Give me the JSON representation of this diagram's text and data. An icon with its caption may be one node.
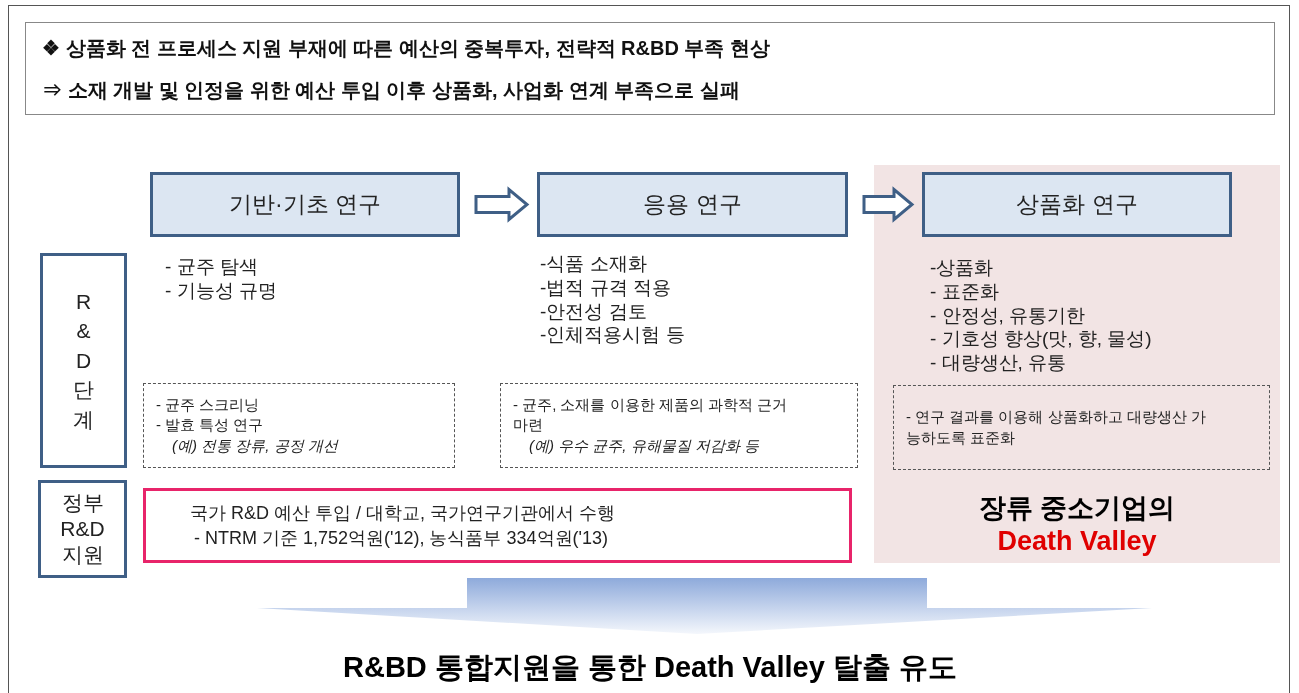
{
  "diagram": {
    "nodes": [
      {
        "text": [
          "❖  상품화 전 프로세스 지원 부재에 따른 예산의 중복투자, 전략적 R&BD 부족 현상",
          "⇒ 소재 개발 및 인정을 위한 예산 투입 이후 상품화, 사업화 연계 부족으로 실패"
        ]
      },
      {
        "text": [
          "장류 중소기업의",
          "Death Valley"
        ]
      },
      {
        "text": [
          "기반·기초 연구"
        ],
        "beside": [
          "- 균주 탐색",
          "- 기능성 규명"
        ]
      },
      {
        "text": [
          "응용 연구"
        ],
        "beside": [
          "-식품 소재화",
          "-법적 규격 적용",
          "-안전성 검토",
          "-인체적용시험 등"
        ]
      },
      {
        "text": [
          "상품화 연구"
        ],
        "in": 1,
        "beside": [
          "-상품화",
          "- 표준화",
          "- 안정성, 유통기한",
          "- 기호성 향상(맛, 향, 물성)",
          "- 대량생산, 유통"
        ]
      },
      {
        "text": [
          "R&D 단계"
        ]
      },
      {
        "text": [
          "- 균주 스크리닝",
          "- 발효 특성 연구",
          "(예)  전통 장류, 공정 개선"
        ]
      },
      {
        "text": [
          "-   균주, 소재를 이용한 제품의 과학적 근거 마련",
          "(예)  우수 균주,  유해물질 저감화 등"
        ]
      },
      {
        "text": [
          "-   연구 결과를 이용해 상품화하고 대량생산 가능하도록 표준화"
        ],
        "in": 1
      },
      {
        "text": [
          "정부 R&D 지원"
        ]
      },
      {
        "text": [
          "국가 R&D 예산 투입 / 대학교, 국가연구기관에서 수행",
          "- NTRM 기준 1,752억원('12), 농식품부 334억원('13)"
        ]
      },
      {
        "text": [
          "R&BD 통합지원을 통한 Death Valley 탈출 유도"
        ]
      }
    ],
    "edges": [
      {
        "from": 2,
        "to": 3,
        "arrow": "to"
      },
      {
        "from": 3,
        "to": 4,
        "arrow": "to"
      },
      {
        "from": null,
        "to": 11,
        "arrow": "to",
        "style": "thick"
      }
    ]
  }
}
